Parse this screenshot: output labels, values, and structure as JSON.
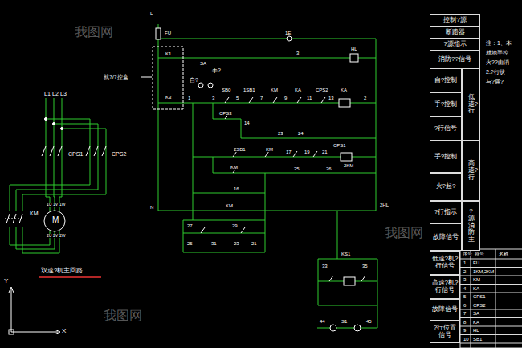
{
  "diagram": {
    "caption": "双速?机主回路",
    "nodes": [
      {
        "text": [
          "控制?源"
        ]
      },
      {
        "text": [
          "断路器"
        ]
      },
      {
        "text": [
          "?源指示"
        ]
      },
      {
        "text": [
          "消防??信号"
        ]
      },
      {
        "text": [
          "自?控制"
        ]
      },
      {
        "text": [
          "低速?行"
        ]
      },
      {
        "text": [
          "手?控制"
        ]
      },
      {
        "text": [
          "?行信号"
        ]
      },
      {
        "text": [
          "手?控制"
        ]
      },
      {
        "text": [
          "高速?行"
        ]
      },
      {
        "text": [
          "火?起?"
        ]
      },
      {
        "text": [
          "?行指示"
        ]
      },
      {
        "text": [
          "故障信号"
        ]
      },
      {
        "text": [
          "?源消防主"
        ]
      },
      {
        "text": [
          "低速?机?行信号"
        ]
      },
      {
        "text": [
          "高速?机?行信号"
        ]
      },
      {
        "text": [
          "故障信号"
        ]
      },
      {
        "text": [
          "?行位置信号"
        ]
      }
    ],
    "labels": [
      "L1",
      "L2",
      "L3",
      "CPS1",
      "CPS2",
      "KM",
      "M",
      "1U",
      "1V",
      "1W",
      "2U",
      "2V",
      "2W",
      "Y",
      "X",
      "L",
      "FU",
      "1E",
      "3",
      "HL",
      "就?/?控盒",
      "K1",
      "K3",
      "SA",
      "手?",
      "自?",
      "SB0",
      "1",
      "3",
      "5",
      "7",
      "9",
      "11",
      "13",
      "2",
      "1SB1",
      "KM",
      "KA",
      "CPS2",
      "KA",
      "CPS3",
      "14",
      "23",
      "24",
      "2SB1",
      "KM",
      "17",
      "19",
      "21",
      "CPS1",
      "2KM",
      "KM",
      "25",
      "26",
      "16",
      "N",
      "KM",
      "2HL",
      "27",
      "29",
      "25",
      "31",
      "23",
      "21",
      "KS1",
      "33",
      "35",
      "44",
      "S1",
      "45",
      "注：1、本",
      "就地手控",
      "火??由消",
      "2.?行状",
      "与?届?",
      "序号",
      "符号",
      "名称",
      "1",
      "FU",
      "2",
      "1KM,2KM",
      "3",
      "KM",
      "4",
      "KA",
      "5",
      "CPS1",
      "6",
      "CPS2",
      "7",
      "SA",
      "8",
      "KA",
      "9",
      "HL",
      "10",
      "SB1",
      "我图网",
      "我图网",
      "我图网"
    ]
  }
}
